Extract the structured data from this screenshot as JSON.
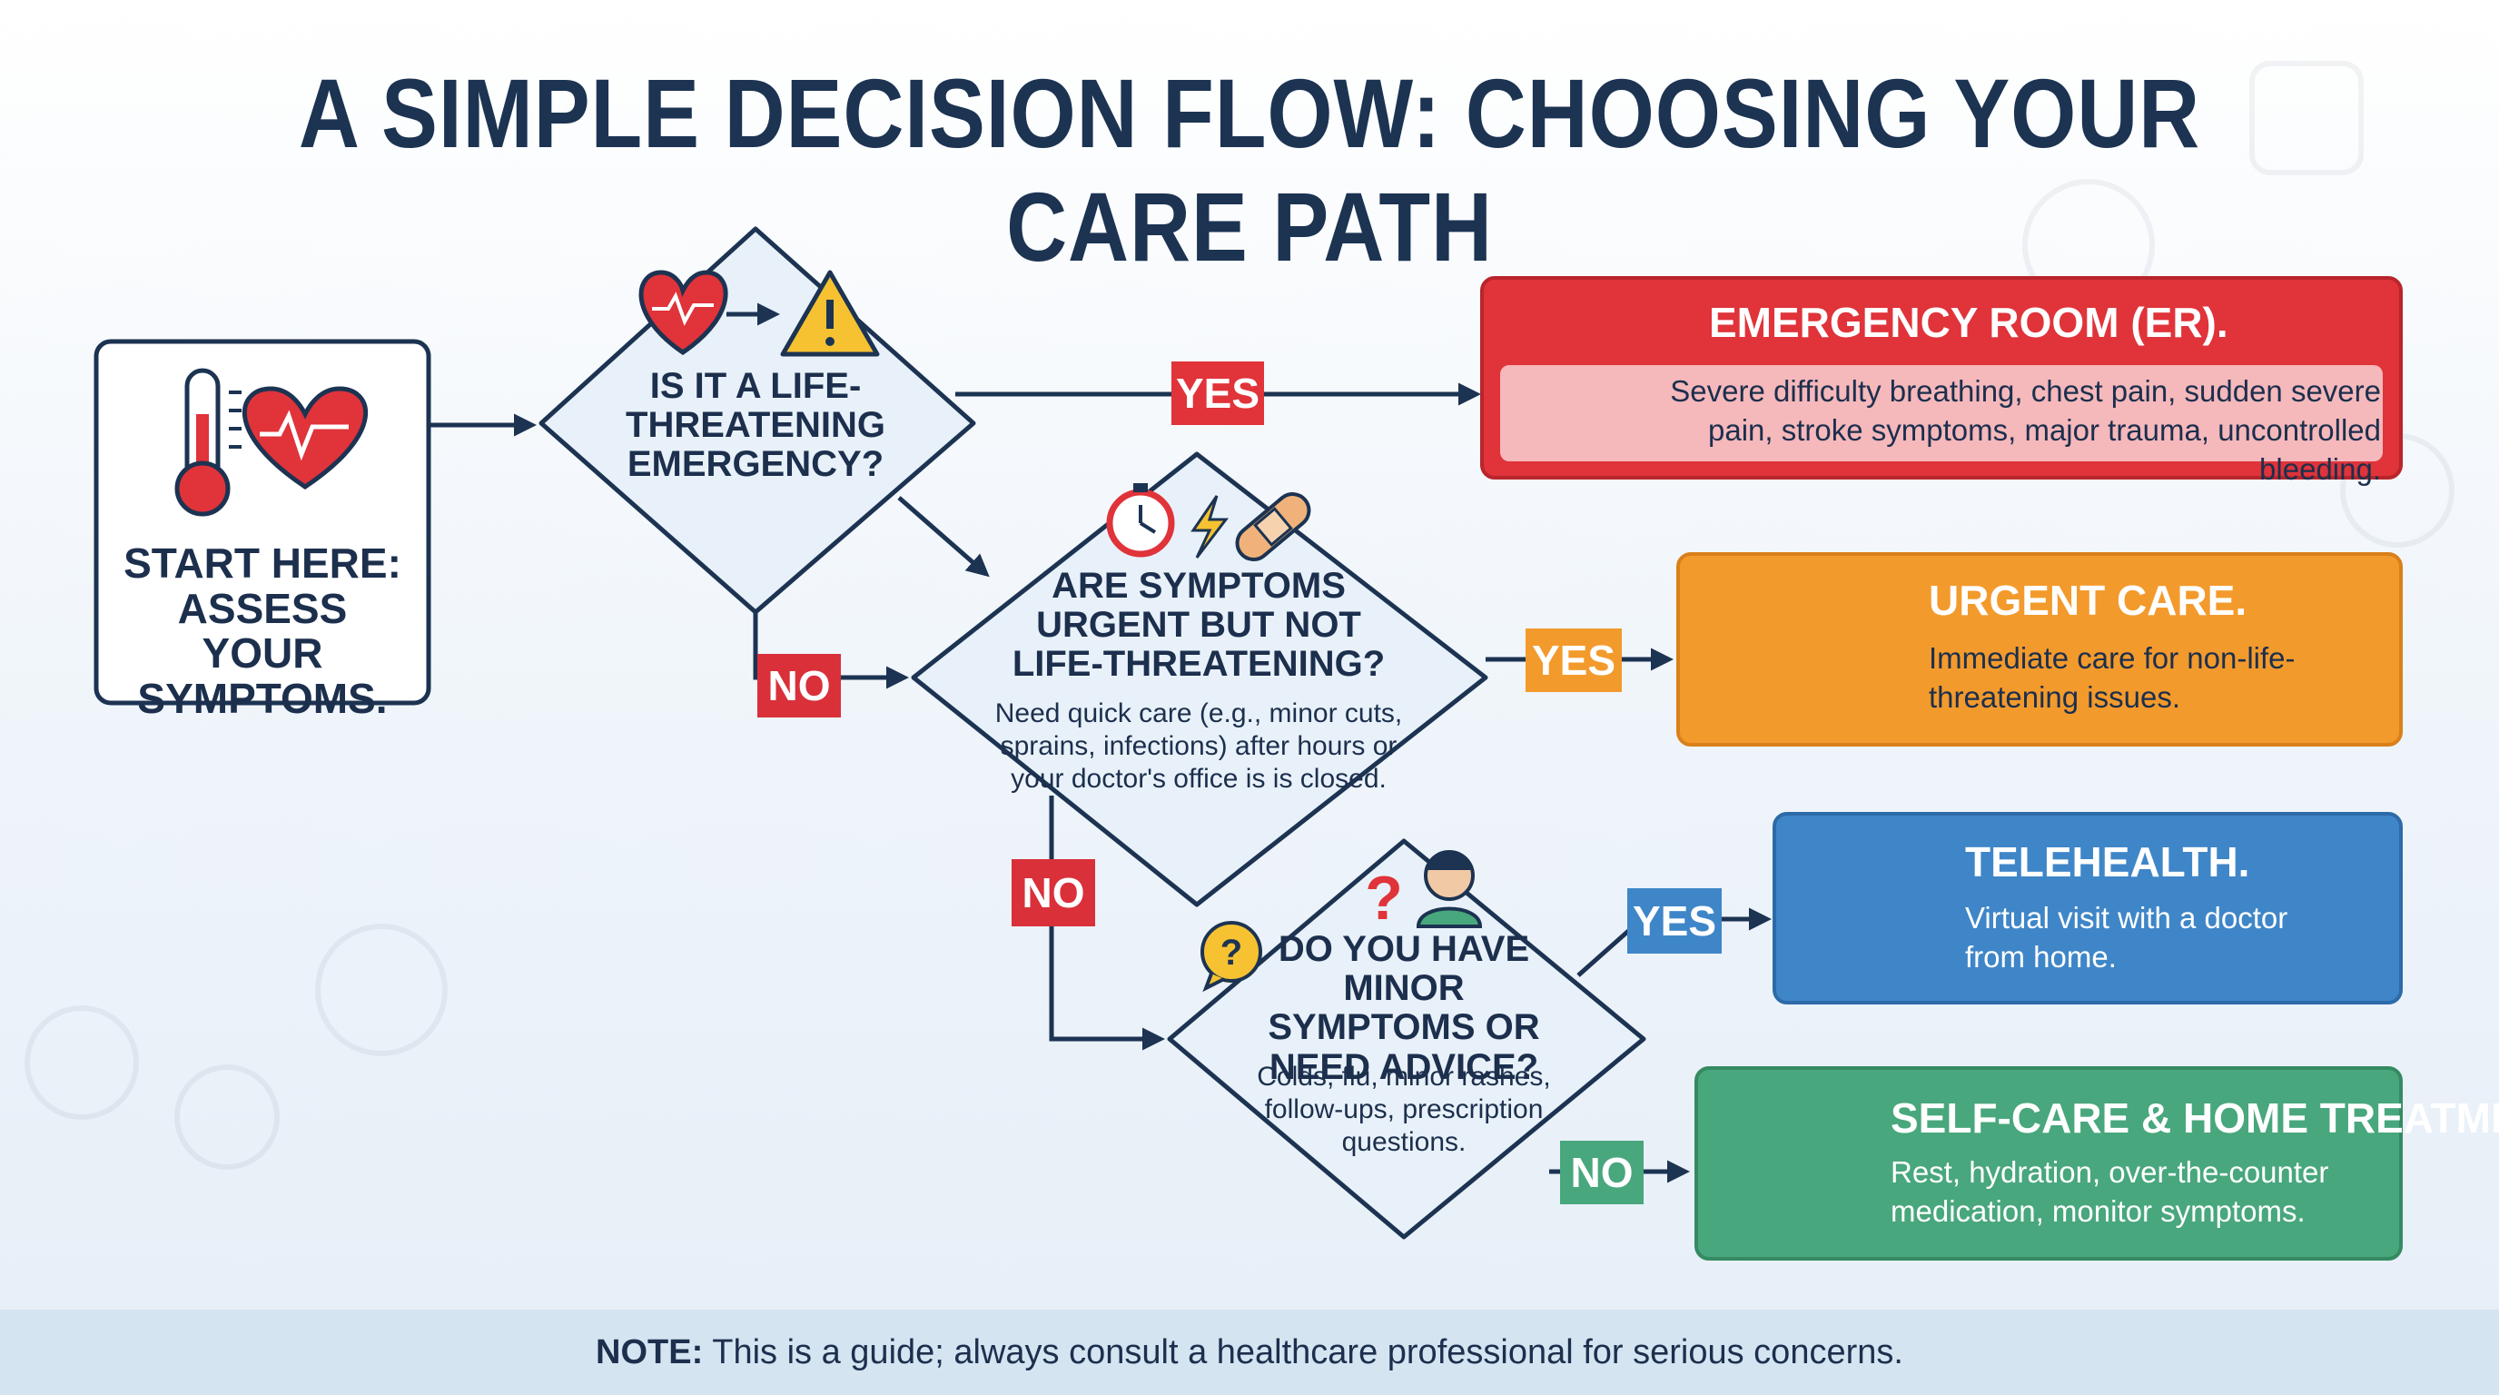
{
  "title": "A SIMPLE DECISION FLOW: CHOOSING YOUR CARE PATH",
  "start": {
    "label": "START HERE: ASSESS YOUR SYMPTOMS."
  },
  "decisions": {
    "q1": {
      "label": "IS IT A LIFE-THREATENING EMERGENCY?"
    },
    "q2": {
      "label": "ARE SYMPTOMS URGENT BUT NOT LIFE-THREATENING?",
      "detail": "Need quick care (e.g., minor cuts, sprains, infections) after hours or your doctor's office is is closed."
    },
    "q3": {
      "label": "DO YOU HAVE MINOR SYMPTOMS OR NEED ADVICE?",
      "detail": "Colds, flu, minor rashes, follow-ups, prescription questions."
    }
  },
  "branch_labels": {
    "q1_yes": "YES",
    "q1_no": "NO",
    "q2_yes": "YES",
    "q2_no": "NO",
    "q3_yes": "YES",
    "q3_no": "NO"
  },
  "outcomes": {
    "er": {
      "title": "EMERGENCY ROOM (ER).",
      "desc": "Severe difficulty breathing, chest pain, sudden severe pain, stroke symptoms, major trauma, uncontrolled bleeding.",
      "color": "#e0333a"
    },
    "urgent": {
      "title": "URGENT CARE.",
      "desc": "Immediate care for non-life-threatening issues.",
      "color": "#f39a2c"
    },
    "telehealth": {
      "title": "TELEHEALTH.",
      "desc": "Virtual visit with a doctor from home.",
      "color": "#3f86c8"
    },
    "selfcare": {
      "title": "SELF-CARE & HOME TREATMENT.",
      "desc": "Rest, hydration, over-the-counter medication, monitor symptoms.",
      "color": "#48a77c"
    }
  },
  "tag_colors": {
    "yes_red": "#e0333a",
    "no_red": "#d9303a",
    "yes_orange": "#f39a2c",
    "yes_blue": "#3f86c8",
    "no_green": "#48a77c"
  },
  "icons": {
    "start": [
      "thermometer-icon",
      "heart-pulse-icon"
    ],
    "q1": [
      "heart-pulse-icon",
      "warning-icon"
    ],
    "q2": [
      "stopwatch-icon",
      "lightning-icon",
      "bandage-icon"
    ],
    "q3": [
      "question-bubble-icon",
      "question-mark-icon",
      "sick-person-icon"
    ],
    "er": [
      "ambulance-icon",
      "hospital-icon"
    ],
    "urgent": [
      "hospital-icon",
      "stethoscope-icon"
    ],
    "telehealth": [
      "phone-icon",
      "video-monitor-icon"
    ],
    "selfcare": [
      "medicine-bottle-icon",
      "tea-cup-icon",
      "bed-icon"
    ]
  },
  "note": {
    "prefix": "NOTE:",
    "text": "This is a guide; always consult a healthcare professional for serious concerns."
  }
}
